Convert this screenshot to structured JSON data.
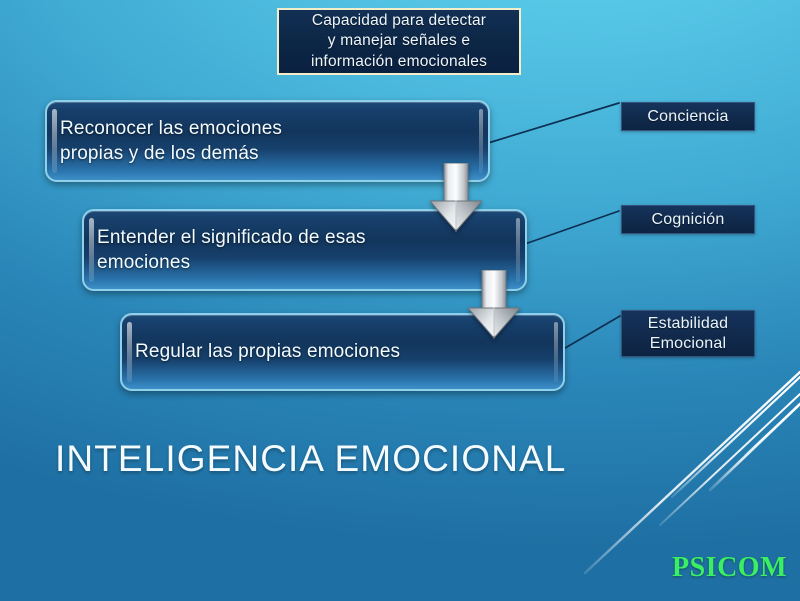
{
  "slide": {
    "background_top_color": "#56c6e8",
    "background_bottom_color": "#1e6fa3",
    "caption": {
      "text": "Capacidad para detectar\ny manejar señales e\ninformación emocionales",
      "border_color": "#f3eec9",
      "fill_color": "#0d2747"
    },
    "heading": "INTELIGENCIA EMOCIONAL",
    "watermark": {
      "text": "PSICOM",
      "color": "#3bef62"
    },
    "process_boxes": [
      {
        "id": "box-1",
        "text": "Reconocer las emociones\npropias y de los demás",
        "label": "Conciencia"
      },
      {
        "id": "box-2",
        "text": "Entender el significado de esas\nemociones",
        "label": "Cognición"
      },
      {
        "id": "box-3",
        "text": "Regular las propias emociones",
        "label": "Estabilidad\nEmocional"
      }
    ],
    "box_fill_color": "#12355c",
    "box_border_color": "#8fd0ea",
    "label_fill_color": "#112a4c",
    "connector_color": "#0e2f52",
    "arrows": [
      {
        "id": "arrow-1",
        "direction": "down",
        "color": "#d4d8dc"
      },
      {
        "id": "arrow-2",
        "direction": "down",
        "color": "#d4d8dc"
      }
    ]
  }
}
